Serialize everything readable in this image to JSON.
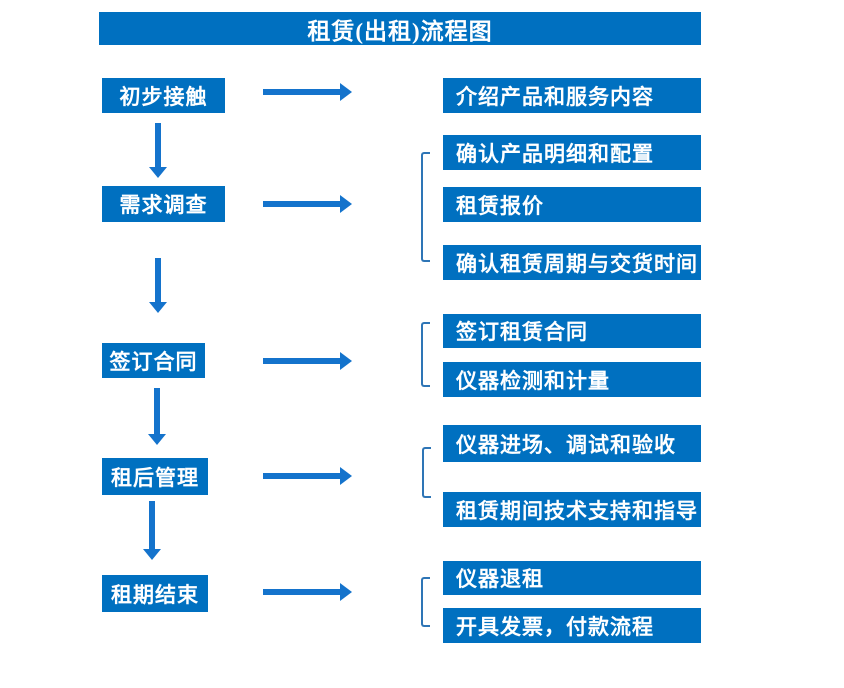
{
  "title": "租赁(出租)流程图",
  "colors": {
    "box_blue": "#0070C0",
    "arrow_blue": "#1473CC",
    "bracket_blue": "#2E75B6",
    "text_white": "#FFFFFF"
  },
  "stages": [
    {
      "label": "初步接触",
      "outputs": [
        "介绍产品和服务内容"
      ]
    },
    {
      "label": "需求调查",
      "outputs": [
        "确认产品明细和配置",
        "租赁报价",
        "确认租赁周期与交货时间"
      ]
    },
    {
      "label": "签订合同",
      "outputs": [
        "签订租赁合同",
        "仪器检测和计量"
      ]
    },
    {
      "label": "租后管理",
      "outputs": [
        "仪器进场、调试和验收",
        "租赁期间技术支持和指导"
      ]
    },
    {
      "label": "租期结束",
      "outputs": [
        "仪器退租",
        "开具发票，付款流程"
      ]
    }
  ]
}
